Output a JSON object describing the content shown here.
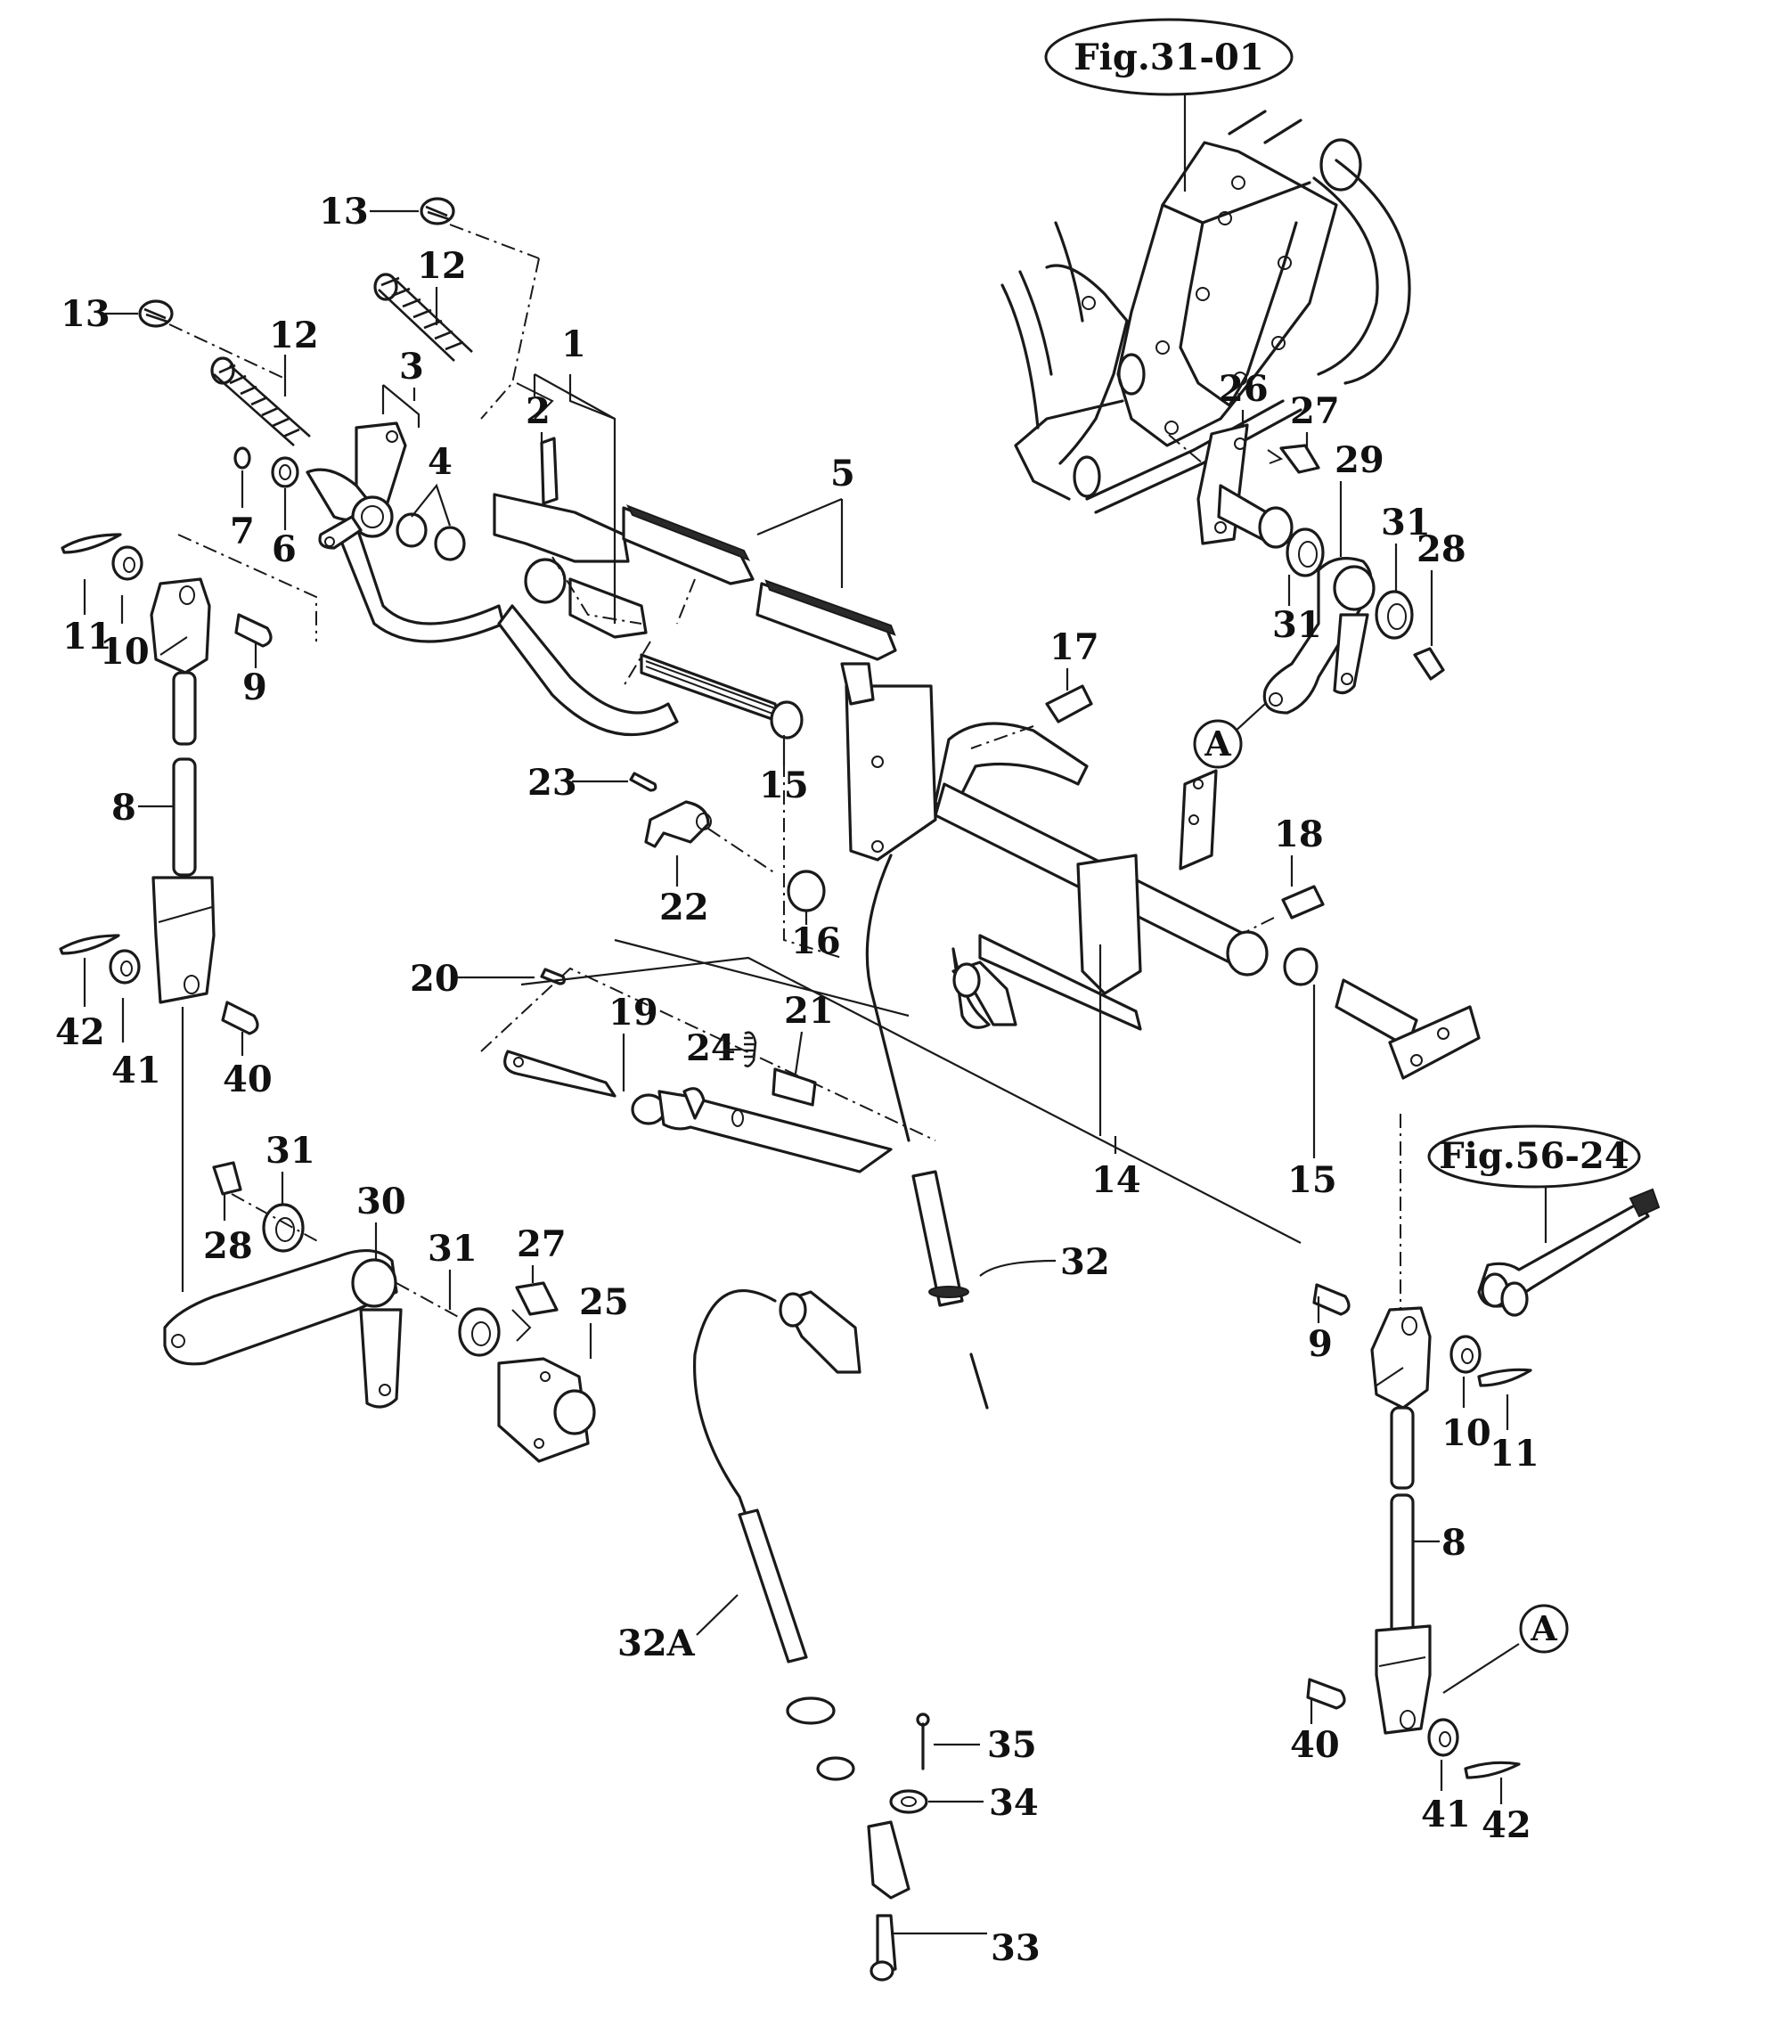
{
  "diagram": {
    "type": "exploded-parts-diagram",
    "subject": "Pedal shaft, brake/clutch linkage and cable assembly",
    "figure_references": [
      {
        "id": "ref-fig-31-01",
        "label": "Fig.31-01"
      },
      {
        "id": "ref-fig-56-24",
        "label": "Fig.56-24"
      }
    ],
    "connection_markers": [
      {
        "id": "marker-a-upper",
        "label": "A"
      },
      {
        "id": "marker-a-lower",
        "label": "A"
      }
    ],
    "callouts": [
      {
        "id": "c13a",
        "label": "13"
      },
      {
        "id": "c13b",
        "label": "13"
      },
      {
        "id": "c12a",
        "label": "12"
      },
      {
        "id": "c12b",
        "label": "12"
      },
      {
        "id": "c1",
        "label": "1"
      },
      {
        "id": "c2",
        "label": "2"
      },
      {
        "id": "c3",
        "label": "3"
      },
      {
        "id": "c4",
        "label": "4"
      },
      {
        "id": "c5",
        "label": "5"
      },
      {
        "id": "c6",
        "label": "6"
      },
      {
        "id": "c7",
        "label": "7"
      },
      {
        "id": "c8a",
        "label": "8"
      },
      {
        "id": "c8b",
        "label": "8"
      },
      {
        "id": "c9a",
        "label": "9"
      },
      {
        "id": "c9b",
        "label": "9"
      },
      {
        "id": "c10a",
        "label": "10"
      },
      {
        "id": "c10b",
        "label": "10"
      },
      {
        "id": "c11a",
        "label": "11"
      },
      {
        "id": "c11b",
        "label": "11"
      },
      {
        "id": "c14",
        "label": "14"
      },
      {
        "id": "c15a",
        "label": "15"
      },
      {
        "id": "c15b",
        "label": "15"
      },
      {
        "id": "c16",
        "label": "16"
      },
      {
        "id": "c17",
        "label": "17"
      },
      {
        "id": "c18",
        "label": "18"
      },
      {
        "id": "c19",
        "label": "19"
      },
      {
        "id": "c20",
        "label": "20"
      },
      {
        "id": "c21",
        "label": "21"
      },
      {
        "id": "c22",
        "label": "22"
      },
      {
        "id": "c23",
        "label": "23"
      },
      {
        "id": "c24",
        "label": "24"
      },
      {
        "id": "c25",
        "label": "25"
      },
      {
        "id": "c26",
        "label": "26"
      },
      {
        "id": "c27a",
        "label": "27"
      },
      {
        "id": "c27b",
        "label": "27"
      },
      {
        "id": "c28a",
        "label": "28"
      },
      {
        "id": "c28b",
        "label": "28"
      },
      {
        "id": "c29",
        "label": "29"
      },
      {
        "id": "c30",
        "label": "30"
      },
      {
        "id": "c31a",
        "label": "31"
      },
      {
        "id": "c31b",
        "label": "31"
      },
      {
        "id": "c31c",
        "label": "31"
      },
      {
        "id": "c31d",
        "label": "31"
      },
      {
        "id": "c32",
        "label": "32"
      },
      {
        "id": "c32A",
        "label": "32A"
      },
      {
        "id": "c33",
        "label": "33"
      },
      {
        "id": "c34",
        "label": "34"
      },
      {
        "id": "c35",
        "label": "35"
      },
      {
        "id": "c40a",
        "label": "40"
      },
      {
        "id": "c40b",
        "label": "40"
      },
      {
        "id": "c41a",
        "label": "41"
      },
      {
        "id": "c41b",
        "label": "41"
      },
      {
        "id": "c42a",
        "label": "42"
      },
      {
        "id": "c42b",
        "label": "42"
      }
    ],
    "colors": {
      "line": "#1a1a1a",
      "background": "#ffffff"
    }
  }
}
